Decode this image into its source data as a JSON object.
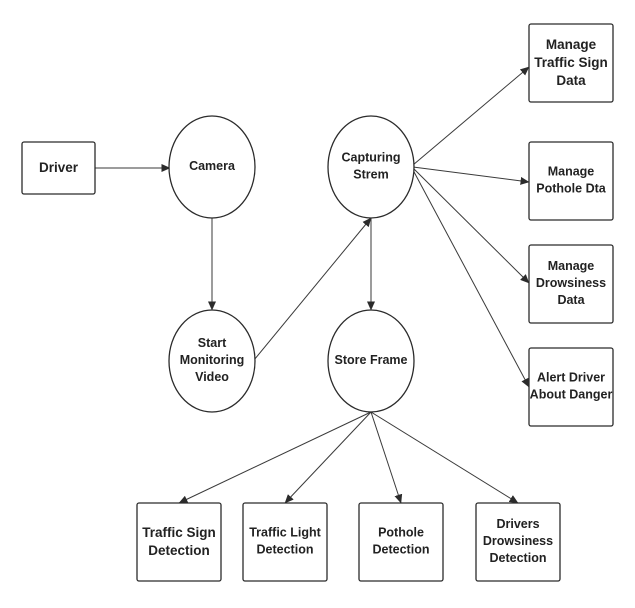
{
  "nodes": {
    "driver": {
      "lines": [
        "Driver"
      ]
    },
    "camera": {
      "lines": [
        "Camera"
      ]
    },
    "start_monitoring": {
      "lines": [
        "Start",
        "Monitoring",
        "Video"
      ]
    },
    "capturing_stream": {
      "lines": [
        "Capturing",
        "Strem"
      ]
    },
    "store_frame": {
      "lines": [
        "Store Frame"
      ]
    },
    "manage_traffic_sign": {
      "lines": [
        "Manage",
        "Traffic Sign",
        "Data"
      ]
    },
    "manage_pothole": {
      "lines": [
        "Manage",
        "Pothole Dta"
      ]
    },
    "manage_drowsiness": {
      "lines": [
        "Manage",
        "Drowsiness",
        "Data"
      ]
    },
    "alert_driver": {
      "lines": [
        "Alert Driver",
        "About Danger"
      ]
    },
    "traffic_sign_detection": {
      "lines": [
        "Traffic Sign",
        "Detection"
      ]
    },
    "traffic_light_detection": {
      "lines": [
        "Traffic Light",
        "Detection"
      ]
    },
    "pothole_detection": {
      "lines": [
        "Pothole",
        "Detection"
      ]
    },
    "drowsiness_detection": {
      "lines": [
        "Drivers",
        "Drowsiness",
        "Detection"
      ]
    }
  },
  "edges": [
    {
      "from": "driver",
      "to": "camera"
    },
    {
      "from": "camera",
      "to": "start_monitoring"
    },
    {
      "from": "start_monitoring",
      "to": "capturing_stream"
    },
    {
      "from": "capturing_stream",
      "to": "store_frame"
    },
    {
      "from": "capturing_stream",
      "to": "manage_traffic_sign"
    },
    {
      "from": "capturing_stream",
      "to": "manage_pothole"
    },
    {
      "from": "capturing_stream",
      "to": "manage_drowsiness"
    },
    {
      "from": "capturing_stream",
      "to": "alert_driver"
    },
    {
      "from": "store_frame",
      "to": "traffic_sign_detection"
    },
    {
      "from": "store_frame",
      "to": "traffic_light_detection"
    },
    {
      "from": "store_frame",
      "to": "pothole_detection"
    },
    {
      "from": "store_frame",
      "to": "drowsiness_detection"
    }
  ]
}
